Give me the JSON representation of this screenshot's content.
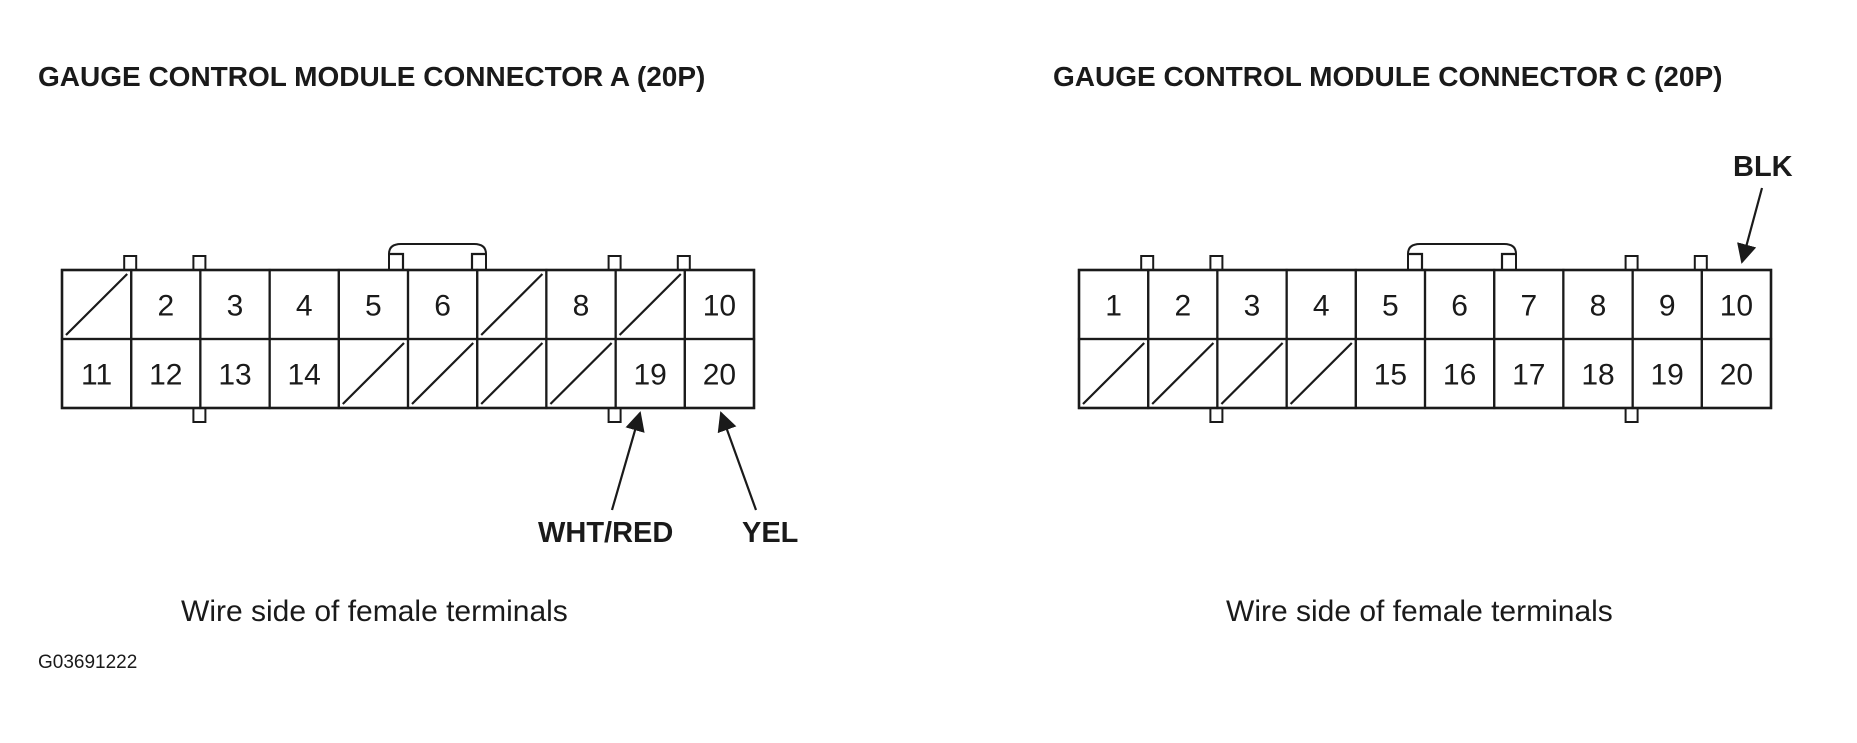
{
  "figure_id": "G03691222",
  "connectors": [
    {
      "id": "A",
      "title": "GAUGE CONTROL MODULE CONNECTOR A (20P)",
      "caption": "Wire side of female terminals",
      "top_row": [
        "",
        "2",
        "3",
        "4",
        "5",
        "6",
        "",
        "8",
        "",
        "10"
      ],
      "bottom_row": [
        "11",
        "12",
        "13",
        "14",
        "",
        "",
        "",
        "",
        "19",
        "20"
      ],
      "wires": [
        {
          "label": "WHT/RED",
          "terminal": "19"
        },
        {
          "label": "YEL",
          "terminal": "20"
        }
      ]
    },
    {
      "id": "C",
      "title": "GAUGE CONTROL MODULE CONNECTOR C (20P)",
      "caption": "Wire side of female terminals",
      "top_row": [
        "1",
        "2",
        "3",
        "4",
        "5",
        "6",
        "7",
        "8",
        "9",
        "10"
      ],
      "bottom_row": [
        "",
        "",
        "",
        "",
        "15",
        "16",
        "17",
        "18",
        "19",
        "20"
      ],
      "wires": [
        {
          "label": "BLK",
          "terminal": "10"
        }
      ]
    }
  ]
}
